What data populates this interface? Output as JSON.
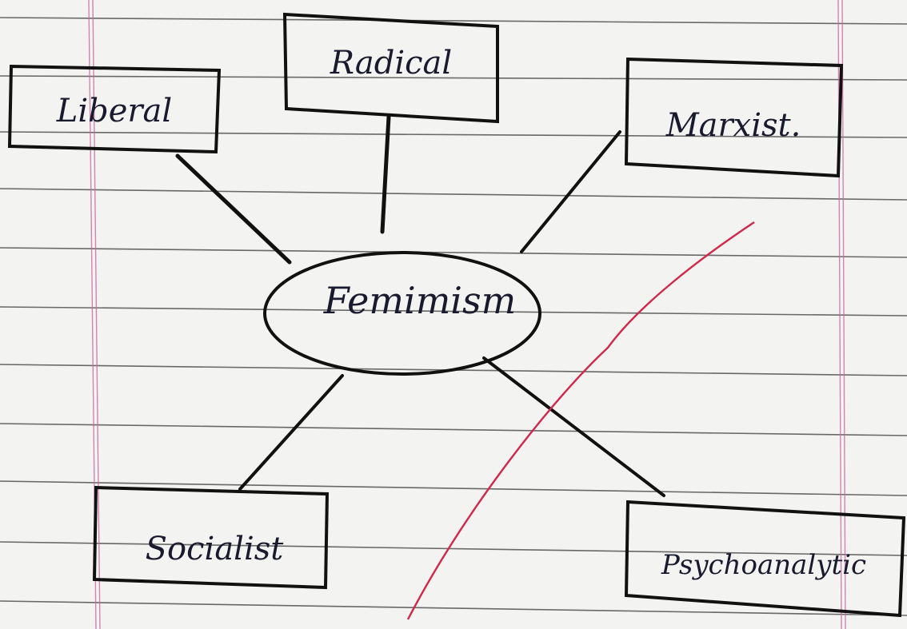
{
  "center": {
    "label": "Femimism"
  },
  "branches": [
    {
      "id": "liberal",
      "label": "Liberal"
    },
    {
      "id": "radical",
      "label": "Radical"
    },
    {
      "id": "marxist",
      "label": "Marxist."
    },
    {
      "id": "socialist",
      "label": "Socialist"
    },
    {
      "id": "psychoanalytic",
      "label": "Psychoanalytic"
    }
  ],
  "colors": {
    "ink": "#111111",
    "paper": "#f3f3f1",
    "ruling": "#3a3a3a",
    "margin": "#c86aa0",
    "red_pen": "#d0284a"
  }
}
